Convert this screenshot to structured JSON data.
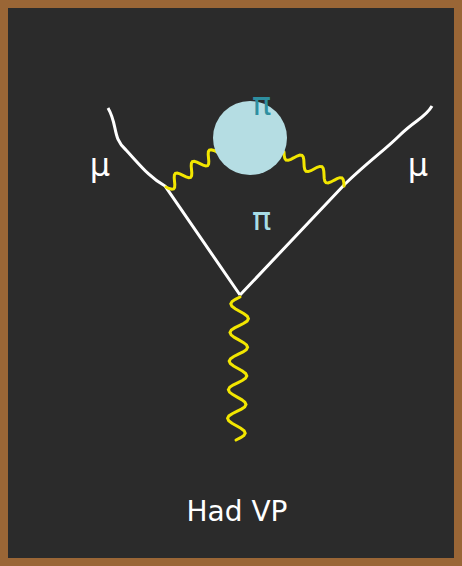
{
  "diagram": {
    "nodes": [
      {
        "text": [
          "π",
          "π"
        ]
      }
    ],
    "labels": [
      "μ",
      "μ",
      "Had VP"
    ]
  }
}
